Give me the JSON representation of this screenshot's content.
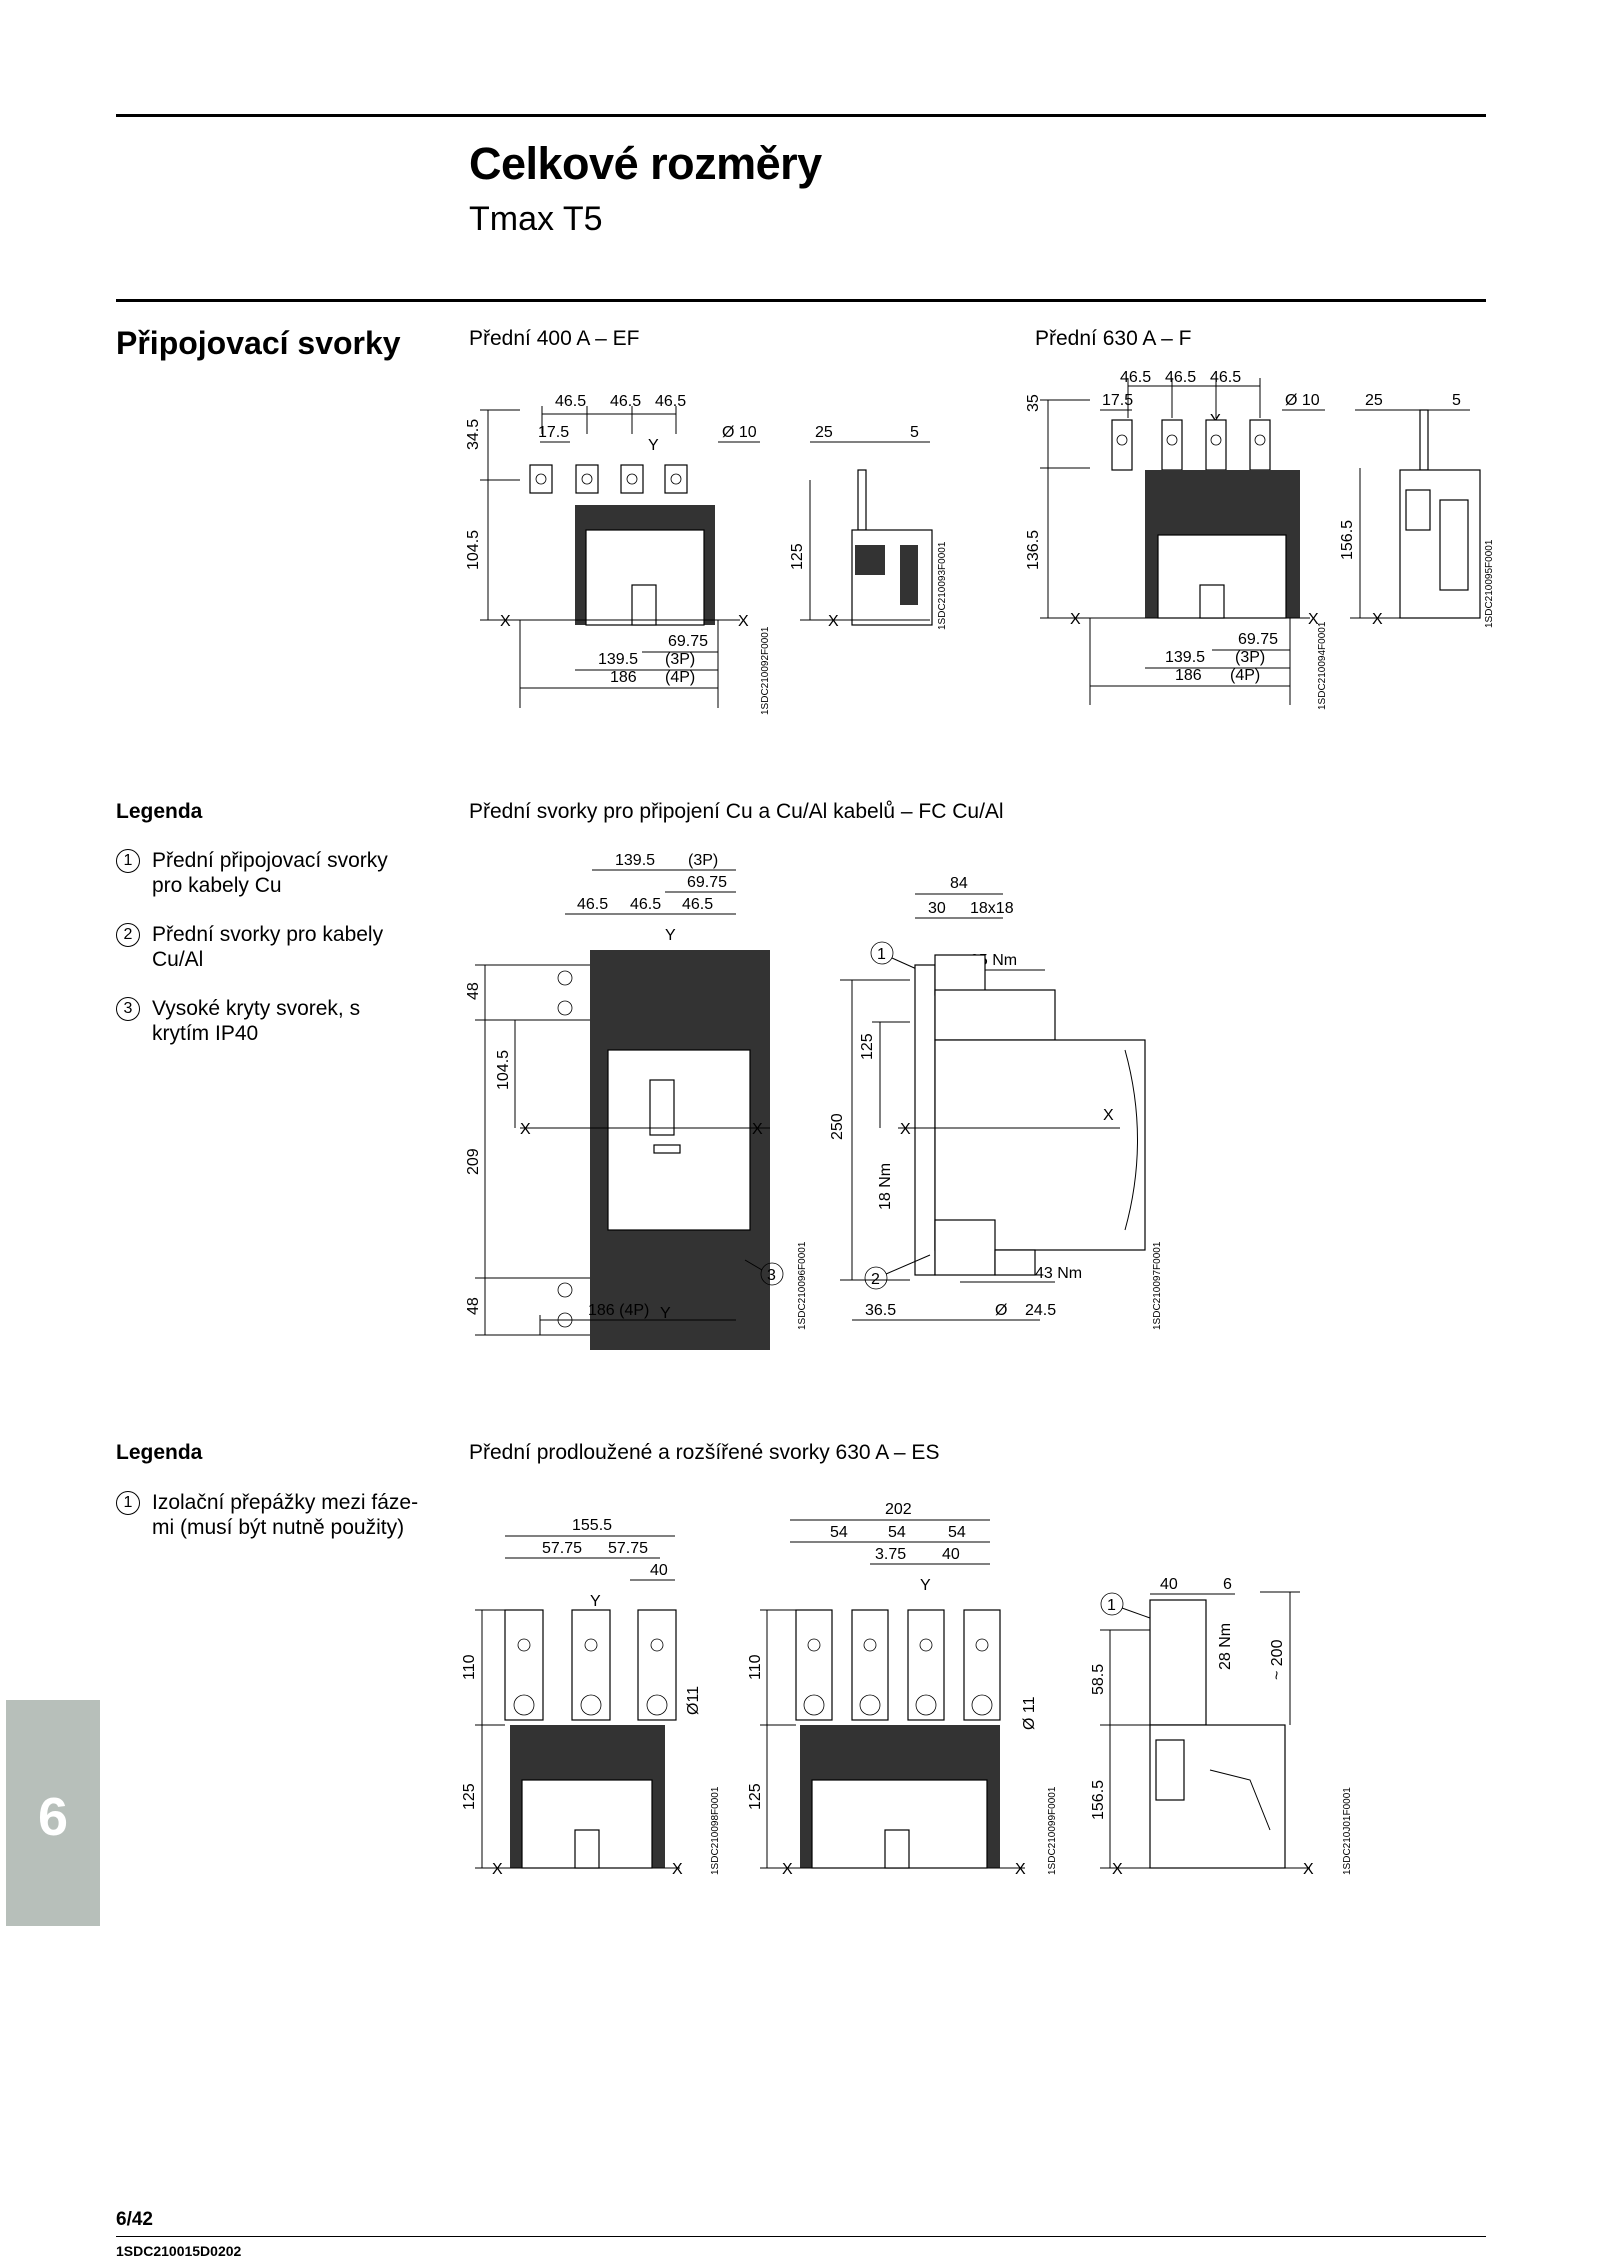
{
  "header": {
    "title": "Celkové rozměry",
    "subtitle": "Tmax T5"
  },
  "section_title": "Připojovací svorky",
  "figures": {
    "ef_400": {
      "caption": "Přední 400 A – EF",
      "dims": [
        "46.5",
        "46.5",
        "46.5",
        "17.5",
        "Ø 10",
        "34.5",
        "104.5",
        "69.75",
        "139.5",
        "(3P)",
        "186",
        "(4P)",
        "25",
        "5",
        "125"
      ],
      "axis": [
        "Y",
        "X",
        "X",
        "X"
      ],
      "codes": [
        "1SDC210092F0001",
        "1SDC210093F0001"
      ]
    },
    "f_630": {
      "caption": "Přední 630 A – F",
      "dims": [
        "46.5",
        "46.5",
        "46.5",
        "17.5",
        "Ø 10",
        "35",
        "136.5",
        "69.75",
        "139.5",
        "(3P)",
        "186",
        "(4P)",
        "25",
        "5",
        "156.5"
      ],
      "axis": [
        "Y",
        "X",
        "X",
        "X"
      ],
      "codes": [
        "1SDC210094F0001",
        "1SDC210095F0001"
      ]
    },
    "fc_cual": {
      "caption": "Přední svorky pro připojení Cu a Cu/Al kabelů – FC Cu/Al",
      "dims": [
        "139.5",
        "(3P)",
        "69.75",
        "46.5",
        "46.5",
        "46.5",
        "48",
        "104.5",
        "209",
        "48",
        "186 (4P)",
        "84",
        "30",
        "18x18",
        "25 Nm",
        "125",
        "250",
        "18 Nm",
        "43 Nm",
        "36.5",
        "Ø",
        "24.5"
      ],
      "axis": [
        "Y",
        "Y",
        "X",
        "X",
        "X",
        "X"
      ],
      "callouts": [
        "1",
        "2",
        "3"
      ],
      "codes": [
        "1SDC210096F0001",
        "1SDC210097F0001"
      ]
    },
    "es_630": {
      "caption": "Přední prodloužené a rozšířené svorky 630 A – ES",
      "dims": [
        "155.5",
        "57.75",
        "57.75",
        "40",
        "110",
        "Ø11",
        "125",
        "202",
        "54",
        "54",
        "54",
        "3.75",
        "40",
        "110",
        "Ø 11",
        "125",
        "40",
        "6",
        "58.5",
        "28 Nm",
        "~ 200",
        "156.5"
      ],
      "axis": [
        "Y",
        "Y",
        "X",
        "X",
        "X",
        "X",
        "X",
        "X"
      ],
      "callouts": [
        "1"
      ],
      "codes": [
        "1SDC210098F0001",
        "1SDC210099F0001",
        "1SDC210J01F0001"
      ]
    }
  },
  "legend1": {
    "heading": "Legenda",
    "items": [
      {
        "num": "1",
        "text": "Přední připojovací svorky pro kabely Cu"
      },
      {
        "num": "2",
        "text": "Přední svorky pro kabely Cu/Al"
      },
      {
        "num": "3",
        "text": "Vysoké kryty svorek, s krytím IP40"
      }
    ]
  },
  "legend2": {
    "heading": "Legenda",
    "items": [
      {
        "num": "1",
        "text": "Izolační přepážky mezi fáze-mi (musí být nutně použity)"
      }
    ]
  },
  "side_tab": "6",
  "footer": {
    "page": "6/42",
    "code": "1SDC210015D0202"
  }
}
